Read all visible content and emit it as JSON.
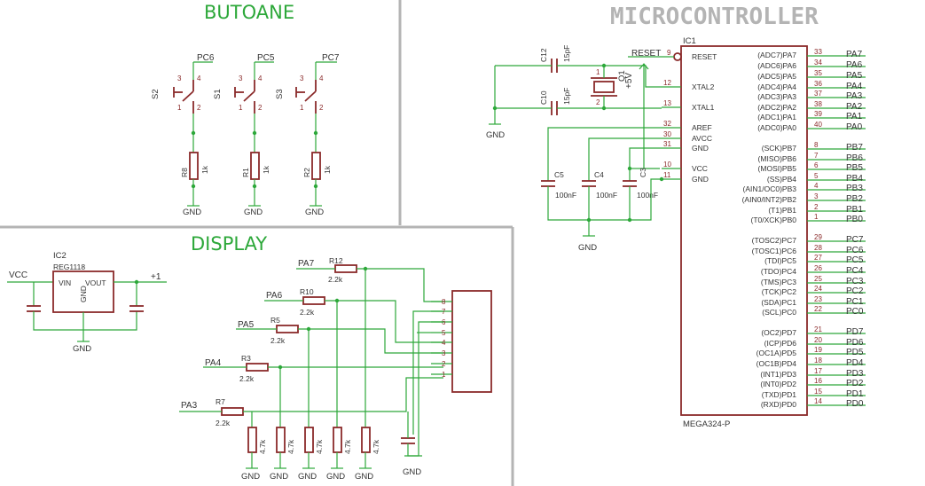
{
  "sections": {
    "butoane": "BUTOANE",
    "display": "DISPLAY",
    "microcontroller": "MICROCONTROLLER"
  },
  "buttons": [
    {
      "ref": "S2",
      "net": "PC6",
      "resistor": "R8",
      "value": "1k",
      "ground": "GND",
      "pins": [
        "3",
        "4",
        "1",
        "2"
      ]
    },
    {
      "ref": "S1",
      "net": "PC5",
      "resistor": "R1",
      "value": "1k",
      "ground": "GND",
      "pins": [
        "3",
        "4",
        "1",
        "2"
      ]
    },
    {
      "ref": "S3",
      "net": "PC7",
      "resistor": "R2",
      "value": "1k",
      "ground": "GND",
      "pins": [
        "3",
        "4",
        "1",
        "2"
      ]
    }
  ],
  "regulator": {
    "ref": "IC2",
    "name": "REG1118",
    "vin": "VIN",
    "vout": "VOUT",
    "gnd": "GND",
    "vcc": "VCC",
    "out_net": "+1",
    "ground": "GND"
  },
  "display_lines": [
    {
      "net": "PA7",
      "resistor": "R12",
      "value": "2.2k"
    },
    {
      "net": "PA6",
      "resistor": "R10",
      "value": "2.2k"
    },
    {
      "net": "PA5",
      "resistor": "R5",
      "value": "2.2k"
    },
    {
      "net": "PA4",
      "resistor": "R3",
      "value": "2.2k"
    },
    {
      "net": "PA3",
      "resistor": "R7",
      "value": "2.2k"
    }
  ],
  "connector_pins": [
    "8",
    "7",
    "6",
    "5",
    "4",
    "3",
    "2",
    "1"
  ],
  "pulldowns": [
    {
      "value": "4.7k",
      "ground": "GND"
    },
    {
      "value": "4.7k",
      "ground": "GND"
    },
    {
      "value": "4.7k",
      "ground": "GND"
    },
    {
      "value": "4.7k",
      "ground": "GND"
    },
    {
      "value": "4.7k",
      "ground": "GND"
    }
  ],
  "display_cap_ground": "GND",
  "mcu": {
    "ref": "IC1",
    "part": "MEGA324-P",
    "left_pins": [
      {
        "num": "9",
        "label": "RESET"
      },
      {
        "num": "12",
        "label": "XTAL2"
      },
      {
        "num": "13",
        "label": "XTAL1"
      },
      {
        "num": "32",
        "label": "AREF"
      },
      {
        "num": "30",
        "label": "AVCC"
      },
      {
        "num": "31",
        "label": "GND"
      },
      {
        "num": "10",
        "label": "VCC"
      },
      {
        "num": "11",
        "label": "GND"
      }
    ],
    "right_pins": [
      {
        "label": "(ADC7)PA7",
        "num": "33",
        "net": "PA7"
      },
      {
        "label": "(ADC6)PA6",
        "num": "34",
        "net": "PA6"
      },
      {
        "label": "(ADC5)PA5",
        "num": "35",
        "net": "PA5"
      },
      {
        "label": "(ADC4)PA4",
        "num": "36",
        "net": "PA4"
      },
      {
        "label": "(ADC3)PA3",
        "num": "37",
        "net": "PA3"
      },
      {
        "label": "(ADC2)PA2",
        "num": "38",
        "net": "PA2"
      },
      {
        "label": "(ADC1)PA1",
        "num": "39",
        "net": "PA1"
      },
      {
        "label": "(ADC0)PA0",
        "num": "40",
        "net": "PA0"
      },
      {
        "label": "(SCK)PB7",
        "num": "8",
        "net": "PB7"
      },
      {
        "label": "(MISO)PB6",
        "num": "7",
        "net": "PB6"
      },
      {
        "label": "(MOSI)PB5",
        "num": "6",
        "net": "PB5"
      },
      {
        "label": "(SS)PB4",
        "num": "5",
        "net": "PB4"
      },
      {
        "label": "(AIN1/OC0)PB3",
        "num": "4",
        "net": "PB3"
      },
      {
        "label": "(AIN0/INT2)PB2",
        "num": "3",
        "net": "PB2"
      },
      {
        "label": "(T1)PB1",
        "num": "2",
        "net": "PB1"
      },
      {
        "label": "(T0/XCK)PB0",
        "num": "1",
        "net": "PB0"
      },
      {
        "label": "(TOSC2)PC7",
        "num": "29",
        "net": "PC7"
      },
      {
        "label": "(TOSC1)PC6",
        "num": "28",
        "net": "PC6"
      },
      {
        "label": "(TDI)PC5",
        "num": "27",
        "net": "PC5"
      },
      {
        "label": "(TDO)PC4",
        "num": "26",
        "net": "PC4"
      },
      {
        "label": "(TMS)PC3",
        "num": "25",
        "net": "PC3"
      },
      {
        "label": "(TCK)PC2",
        "num": "24",
        "net": "PC2"
      },
      {
        "label": "(SDA)PC1",
        "num": "23",
        "net": "PC1"
      },
      {
        "label": "(SCL)PC0",
        "num": "22",
        "net": "PC0"
      },
      {
        "label": "(OC2)PD7",
        "num": "21",
        "net": "PD7"
      },
      {
        "label": "(ICP)PD6",
        "num": "20",
        "net": "PD6"
      },
      {
        "label": "(OC1A)PD5",
        "num": "19",
        "net": "PD5"
      },
      {
        "label": "(OC1B)PD4",
        "num": "18",
        "net": "PD4"
      },
      {
        "label": "(INT1)PD3",
        "num": "17",
        "net": "PD3"
      },
      {
        "label": "(INT0)PD2",
        "num": "16",
        "net": "PD2"
      },
      {
        "label": "(TXD)PD1",
        "num": "15",
        "net": "PD1"
      },
      {
        "label": "(RXD)PD0",
        "num": "14",
        "net": "PD0"
      }
    ]
  },
  "crystal": {
    "ref": "Q1",
    "pins": [
      "1",
      "2"
    ]
  },
  "reset_net": "RESET",
  "supply_net": "+5V",
  "xtal_caps": [
    {
      "ref": "C12",
      "value": "15pF"
    },
    {
      "ref": "C10",
      "value": "15pF"
    }
  ],
  "xtal_ground": "GND",
  "decoupling_caps": [
    {
      "ref": "C5",
      "value": "100nF"
    },
    {
      "ref": "C4",
      "value": "100nF"
    },
    {
      "ref": "C3",
      "value": "100nF"
    }
  ],
  "decoupling_ground": "GND"
}
